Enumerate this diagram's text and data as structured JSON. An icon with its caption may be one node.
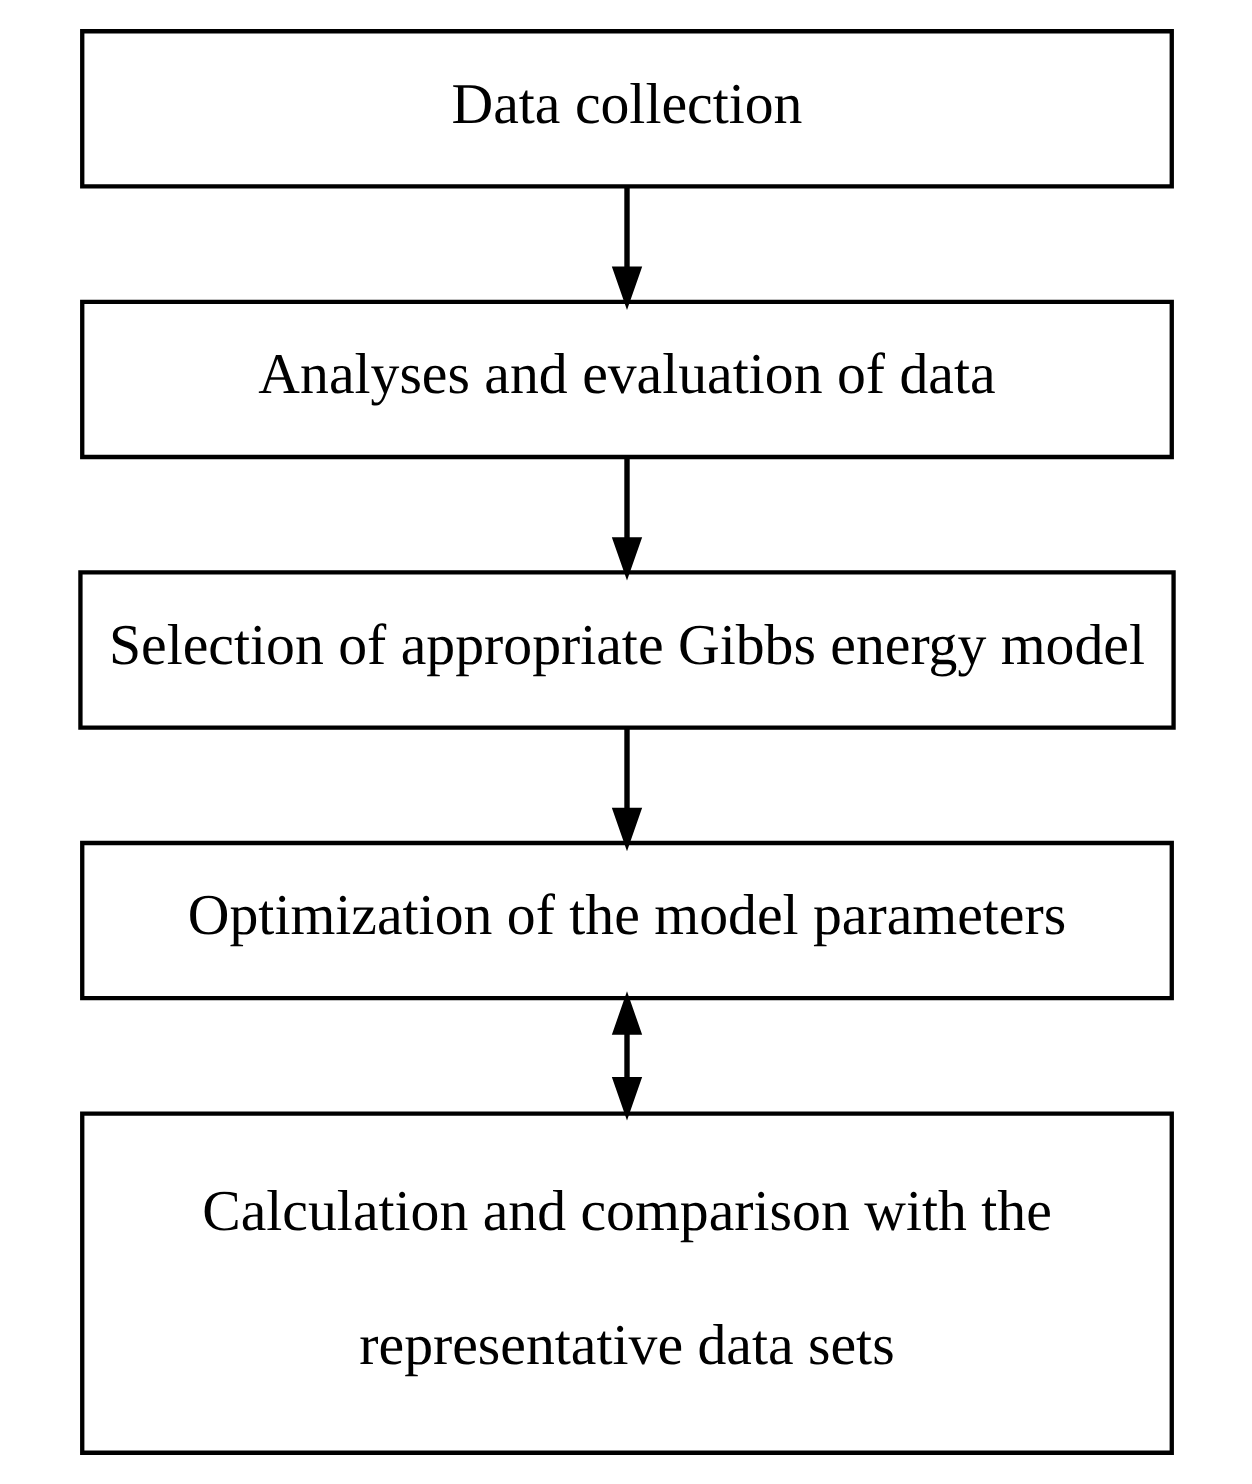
{
  "diagram": {
    "nodes": [
      {
        "text": [
          "Data collection"
        ]
      },
      {
        "text": [
          "Analyses and evaluation of data"
        ]
      },
      {
        "text": [
          "Selection of appropriate Gibbs energy model"
        ]
      },
      {
        "text": [
          "Optimization of the model parameters"
        ]
      },
      {
        "text": [
          "Calculation and comparison with the representative data sets"
        ]
      }
    ],
    "edges": [
      {
        "from": 0,
        "to": 1,
        "arrow": "to"
      },
      {
        "from": 1,
        "to": 2,
        "arrow": "to"
      },
      {
        "from": 2,
        "to": 3,
        "arrow": "to"
      },
      {
        "from": 3,
        "to": 4,
        "arrow": "both"
      }
    ]
  }
}
